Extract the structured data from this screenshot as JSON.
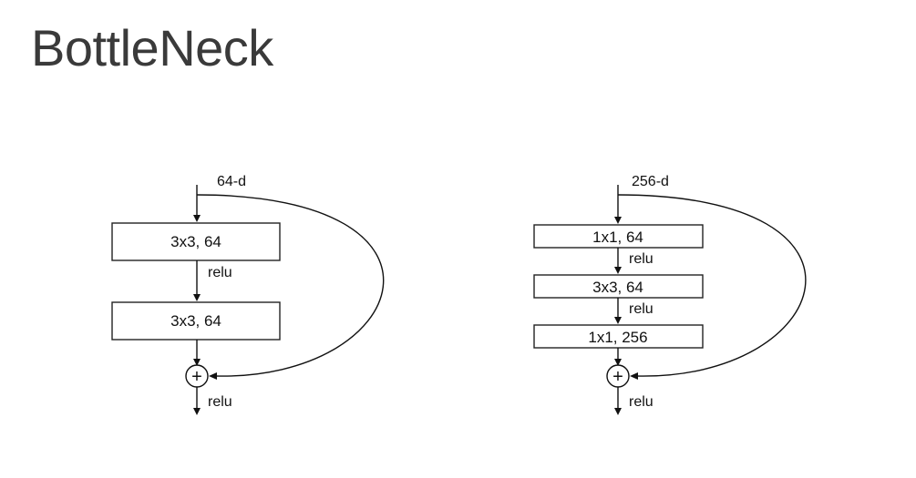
{
  "slide": {
    "title": "BottleNeck"
  },
  "basic_block": {
    "input_label": "64-d",
    "layers": [
      "3x3, 64",
      "3x3, 64"
    ],
    "between_activation": "relu",
    "add_symbol": "+",
    "output_activation": "relu"
  },
  "bottleneck_block": {
    "input_label": "256-d",
    "layers": [
      "1x1, 64",
      "3x3, 64",
      "1x1, 256"
    ],
    "between_activations": [
      "relu",
      "relu"
    ],
    "add_symbol": "+",
    "output_activation": "relu"
  }
}
